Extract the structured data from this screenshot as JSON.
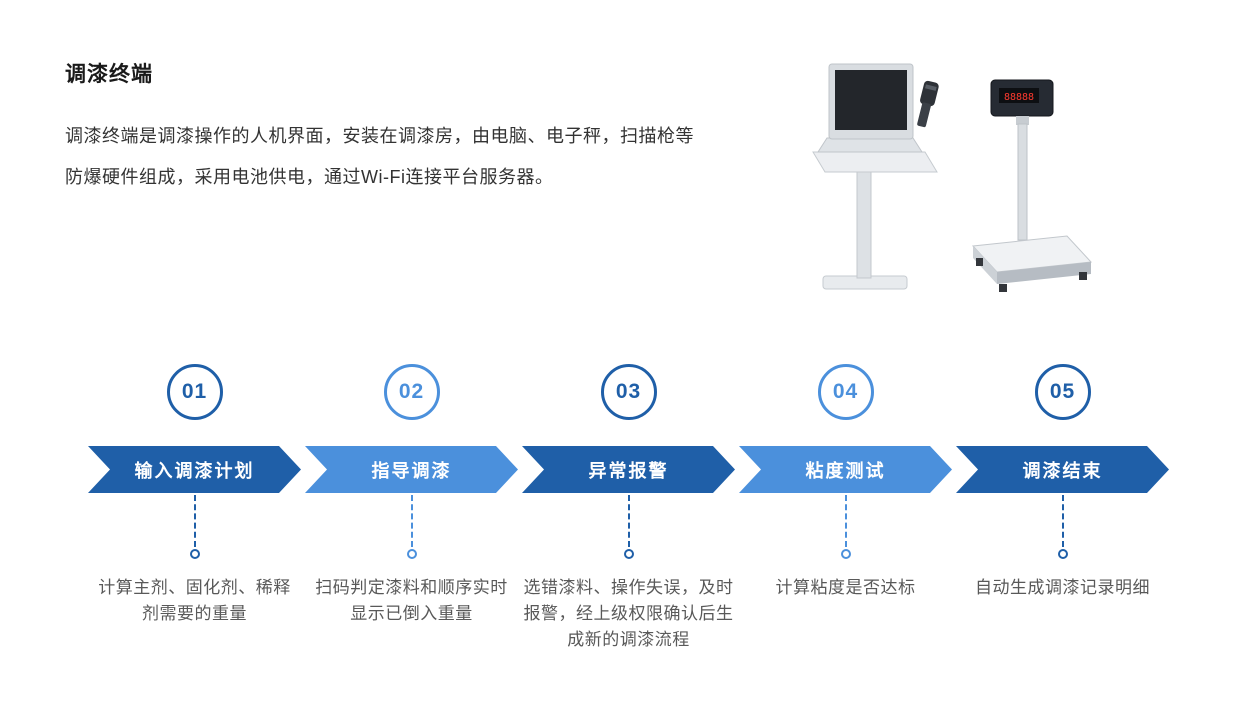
{
  "header": {
    "title": "调漆终端",
    "description": "调漆终端是调漆操作的人机界面，安装在调漆房，由电脑、电子秤，扫描枪等防爆硬件组成，采用电池供电，通过Wi-Fi连接平台服务器。"
  },
  "equipment": {
    "scale_display": "88888"
  },
  "colors": {
    "dark_blue": "#1f5fa8",
    "light_blue": "#4b90dc",
    "description_text": "#595959"
  },
  "steps": [
    {
      "number": "01",
      "label": "输入调漆计划",
      "tone": "dark",
      "description": "计算主剂、固化剂、稀释剂需要的重量"
    },
    {
      "number": "02",
      "label": "指导调漆",
      "tone": "light",
      "description": "扫码判定漆料和顺序实时显示已倒入重量"
    },
    {
      "number": "03",
      "label": "异常报警",
      "tone": "dark",
      "description": "选错漆料、操作失误，及时报警，经上级权限确认后生成新的调漆流程"
    },
    {
      "number": "04",
      "label": "粘度测试",
      "tone": "light",
      "description": "计算粘度是否达标"
    },
    {
      "number": "05",
      "label": "调漆结束",
      "tone": "dark",
      "description": "自动生成调漆记录明细"
    }
  ]
}
